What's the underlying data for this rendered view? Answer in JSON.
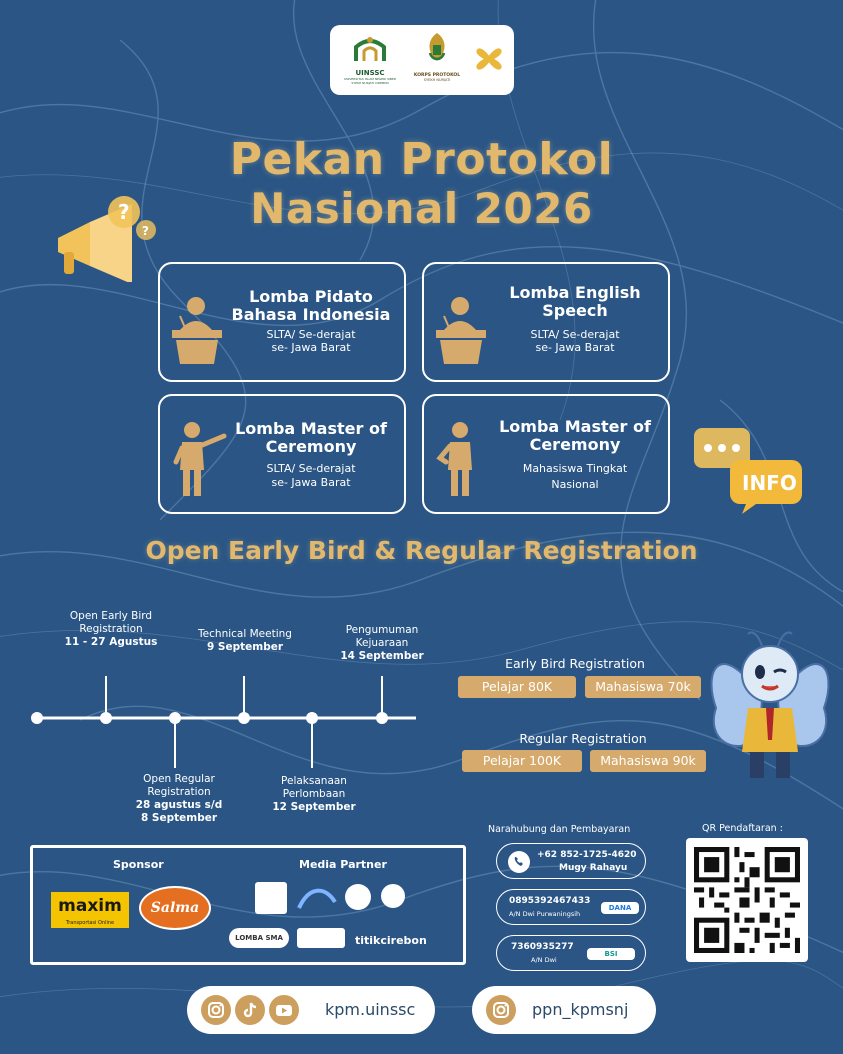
{
  "logos": {
    "uinssc_label": "UINSSC",
    "uinssc_sub": "UNIVERSITAS ISLAM NEGERI SIBER SYEKH NURJATI CIREBON",
    "kp_label": "KORPS PROTOKOL",
    "kp_sub": "SYEKH NURJATI"
  },
  "title": {
    "line1": "Pekan Protokol",
    "line2": "Nasional 2026"
  },
  "competitions": [
    {
      "title_l1": "Lomba Pidato",
      "title_l2": "Bahasa Indonesia",
      "sub_l1": "SLTA/ Se-derajat",
      "sub_l2": "se- Jawa Barat"
    },
    {
      "title_l1": "Lomba English",
      "title_l2": "Speech",
      "sub_l1": "SLTA/ Se-derajat",
      "sub_l2": "se- Jawa Barat"
    },
    {
      "title_l1": "Lomba Master of",
      "title_l2": "Ceremony",
      "sub_l1": "SLTA/ Se-derajat",
      "sub_l2": "se- Jawa Barat"
    },
    {
      "title_l1": "Lomba Master of",
      "title_l2": "Ceremony",
      "sub_l1": "Mahasiswa Tingkat",
      "sub_l2": "Nasional"
    }
  ],
  "deco": {
    "info_label": "INFO"
  },
  "open_registration": "Open Early Bird & Regular Registration",
  "timeline": [
    {
      "l1": "Open Early Bird",
      "l2": "Registration",
      "date": "11 - 27 Agustus"
    },
    {
      "l1": "Technical Meeting",
      "date": "9 September"
    },
    {
      "l1": "Pengumuman",
      "l2": "Kejuaraan",
      "date": "14 September"
    },
    {
      "l1": "Open Regular",
      "l2": "Registration",
      "date": "28 agustus s/d",
      "date2": "8 September"
    },
    {
      "l1": "Pelaksanaan",
      "l2": "Perlombaan",
      "date": "12 September"
    }
  ],
  "pricing": {
    "early_title": "Early Bird Registration",
    "early_pelajar": "Pelajar 80K",
    "early_mahasiswa": "Mahasiswa 70k",
    "regular_title": "Regular Registration",
    "regular_pelajar": "Pelajar 100K",
    "regular_mahasiswa": "Mahasiswa 90k"
  },
  "sponsor": {
    "label": "Sponsor",
    "media_label": "Media Partner",
    "maxim": "maxim",
    "maxim_tag": "Transportasi Online",
    "salma": "Salma",
    "lomba_sma": "LOMBA SMA",
    "titikcirebon": "titikcirebon"
  },
  "contacts": {
    "title": "Narahubung dan Pembayaran",
    "phone": "+62 852-1725-4620",
    "phone_name": "Mugy Rahayu",
    "dana_number": "0895392467433",
    "dana_name": "A/N Dwi Purwaningsih",
    "dana_brand": "DANA",
    "bsi_number": "7360935277",
    "bsi_name": "A/N Dwi",
    "bsi_brand": "BSI"
  },
  "qr_title": "QR Pendaftaran :",
  "social": {
    "primary": "kpm.uinssc",
    "secondary": "ppn_kpmsnj"
  },
  "colors": {
    "background": "#2a5585",
    "gold": "#e2b86c",
    "pill": "#d6aa6c"
  }
}
